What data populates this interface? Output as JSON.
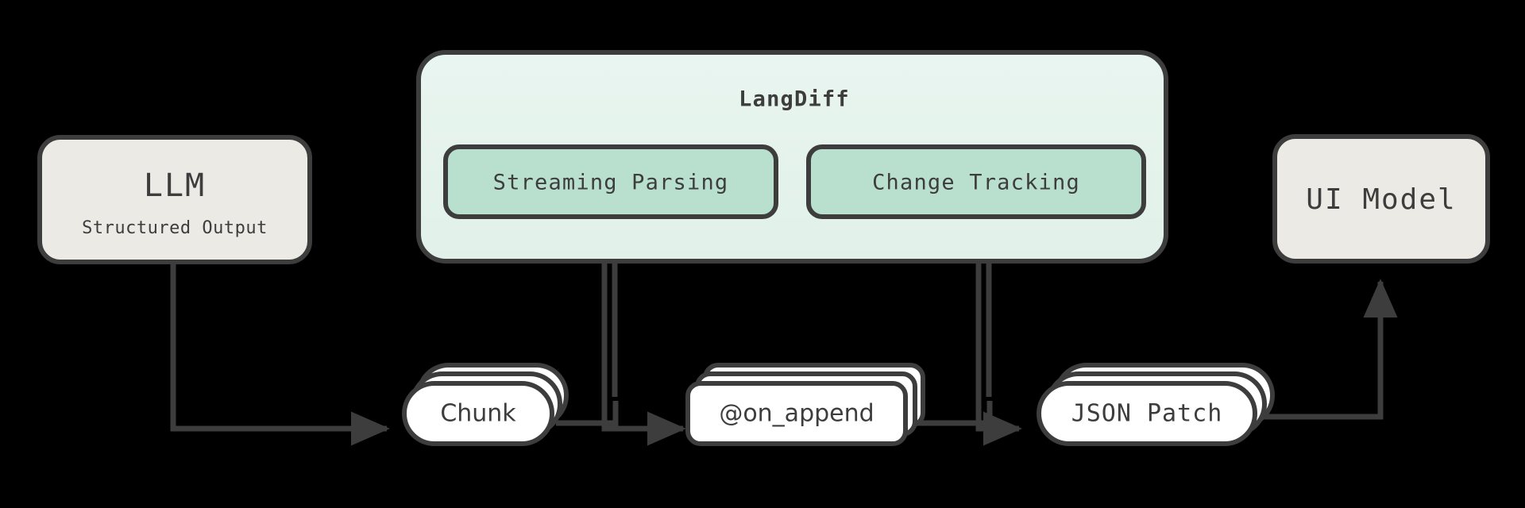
{
  "diagram": {
    "type": "flow-diagram",
    "background_color": "#000000",
    "stroke_color": "#3d3d3d",
    "palette": {
      "plain_node_fill": "#ebeae5",
      "panel_fill_top": "#e8f4ef",
      "panel_fill_bottom": "#e3f2ea",
      "inner_node_fill": "#b9e0ce",
      "stack_node_fill": "#ffffff",
      "text_color": "#3d3d3d"
    },
    "nodes": [
      {
        "id": "llm",
        "shape": "rounded-rect",
        "title": "LLM",
        "subtitle": "Structured Output"
      },
      {
        "id": "langdiff",
        "shape": "rounded-panel",
        "title": "LangDiff",
        "children": [
          {
            "id": "streaming-parsing",
            "label": "Streaming Parsing"
          },
          {
            "id": "change-tracking",
            "label": "Change Tracking"
          }
        ]
      },
      {
        "id": "ui-model",
        "shape": "rounded-rect",
        "title": "UI Model"
      },
      {
        "id": "chunk",
        "shape": "stacked-pill",
        "label": "Chunk"
      },
      {
        "id": "on-append",
        "shape": "stacked-card",
        "label": "@on_append"
      },
      {
        "id": "json-patch",
        "shape": "stacked-pill",
        "label": "JSON Patch"
      }
    ],
    "edges": [
      {
        "from": "llm",
        "to": "chunk",
        "arrow": true
      },
      {
        "from": "streaming-parsing",
        "to": "chunk",
        "arrow": false
      },
      {
        "from": "chunk",
        "to": "on-append",
        "arrow": true
      },
      {
        "from": "change-tracking",
        "to": "on-append",
        "arrow": false
      },
      {
        "from": "on-append",
        "to": "json-patch",
        "arrow": true
      },
      {
        "from": "json-patch",
        "to": "ui-model",
        "arrow": true
      }
    ]
  }
}
